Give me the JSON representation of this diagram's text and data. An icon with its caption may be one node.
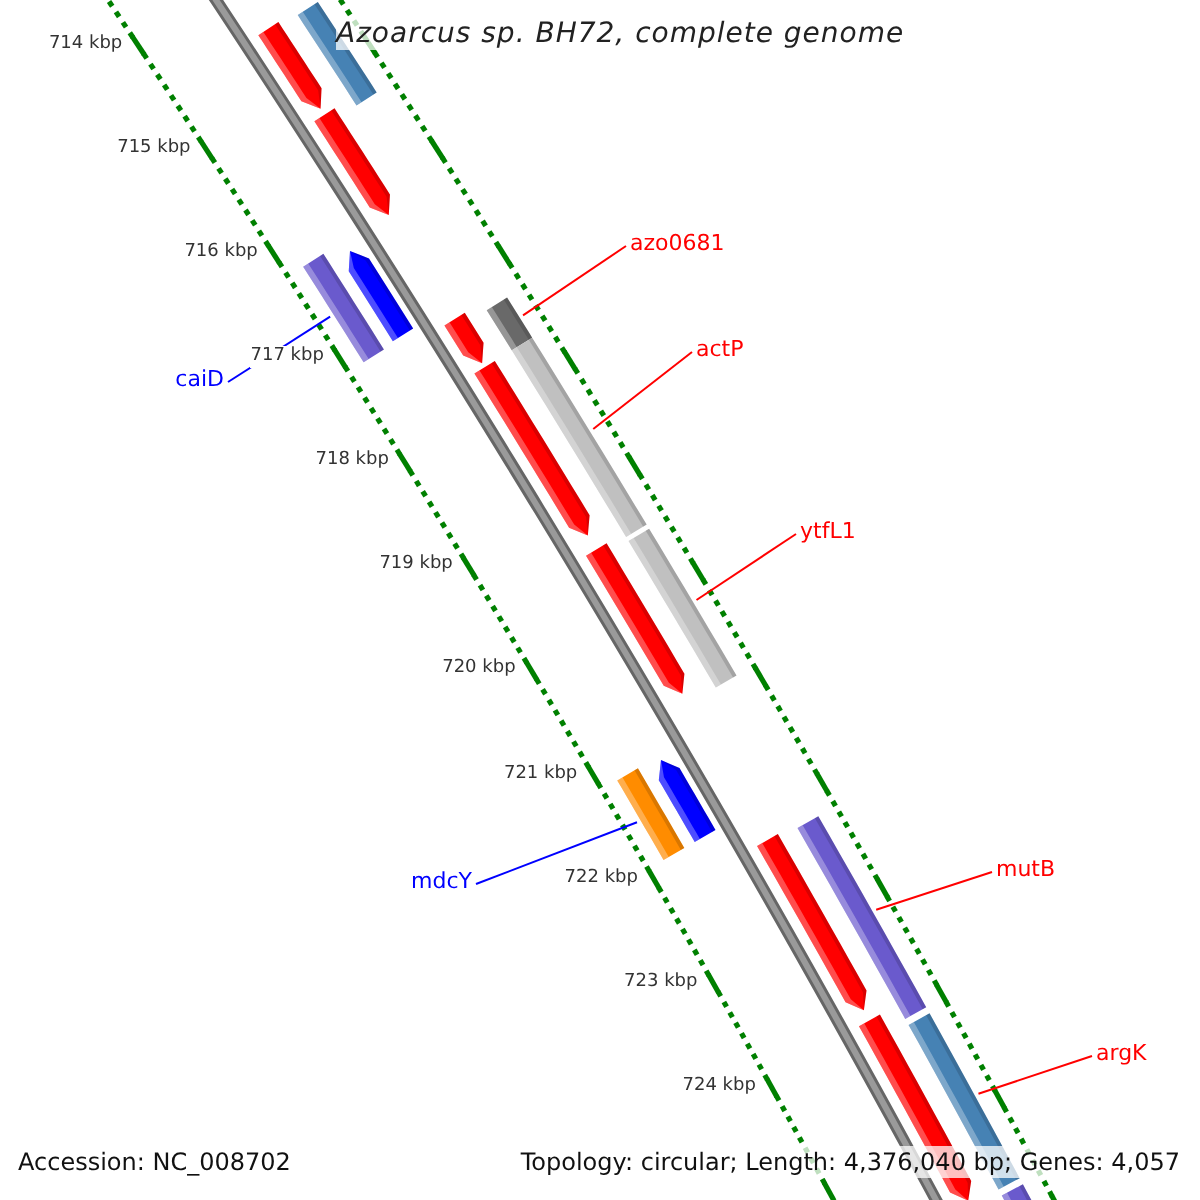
{
  "diagram": {
    "title": "Azoarcus sp. BH72, complete genome",
    "nodes": [
      {
        "text": [
          "azo0681"
        ]
      },
      {
        "text": [
          "actP"
        ]
      },
      {
        "text": [
          "ytfL1"
        ]
      },
      {
        "text": [
          "caiD"
        ]
      },
      {
        "text": [
          "mdcY"
        ]
      },
      {
        "text": [
          "mutB"
        ]
      },
      {
        "text": [
          "argK"
        ]
      },
      {
        "text": [],
        "shape": "bar"
      },
      {
        "text": [],
        "shape": "bar"
      },
      {
        "text": [],
        "shape": "bar"
      },
      {
        "text": [],
        "shape": "bar"
      },
      {
        "text": [],
        "shape": "bar"
      },
      {
        "text": [],
        "shape": "bar"
      },
      {
        "text": [],
        "shape": "bar"
      },
      {
        "text": [],
        "shape": "bar"
      },
      {
        "text": [],
        "shape": "bar"
      },
      {
        "text": [],
        "shape": "bar"
      },
      {
        "text": [],
        "shape": "bar"
      },
      {
        "text": [],
        "shape": "bar"
      },
      {
        "text": [],
        "shape": "bar"
      },
      {
        "text": [],
        "shape": "bar"
      },
      {
        "text": [],
        "shape": "bar"
      },
      {
        "text": [],
        "shape": "bar"
      },
      {
        "text": [],
        "shape": "bar"
      },
      {
        "text": [],
        "shape": "bar"
      }
    ],
    "edges": [
      {
        "from": 0,
        "to": 13,
        "arrow": "none"
      },
      {
        "from": 1,
        "to": 15,
        "arrow": "none"
      },
      {
        "from": 2,
        "to": 17,
        "arrow": "none"
      },
      {
        "from": 3,
        "to": 10,
        "arrow": "none",
        "color": "#0000ff"
      },
      {
        "from": 4,
        "to": 18,
        "arrow": "none",
        "color": "#0000ff"
      },
      {
        "from": 5,
        "to": 21,
        "arrow": "none"
      },
      {
        "from": 6,
        "to": 22,
        "arrow": "none"
      }
    ],
    "labels": [
      "714 kbp",
      "715 kbp",
      "716 kbp",
      "717 kbp",
      "718 kbp",
      "719 kbp",
      "720 kbp",
      "721 kbp",
      "722 kbp",
      "723 kbp",
      "724 kbp",
      "Accession: NC_008702",
      "Topology: circular; Length: 4,376,040 bp; Genes: 4,057"
    ]
  }
}
